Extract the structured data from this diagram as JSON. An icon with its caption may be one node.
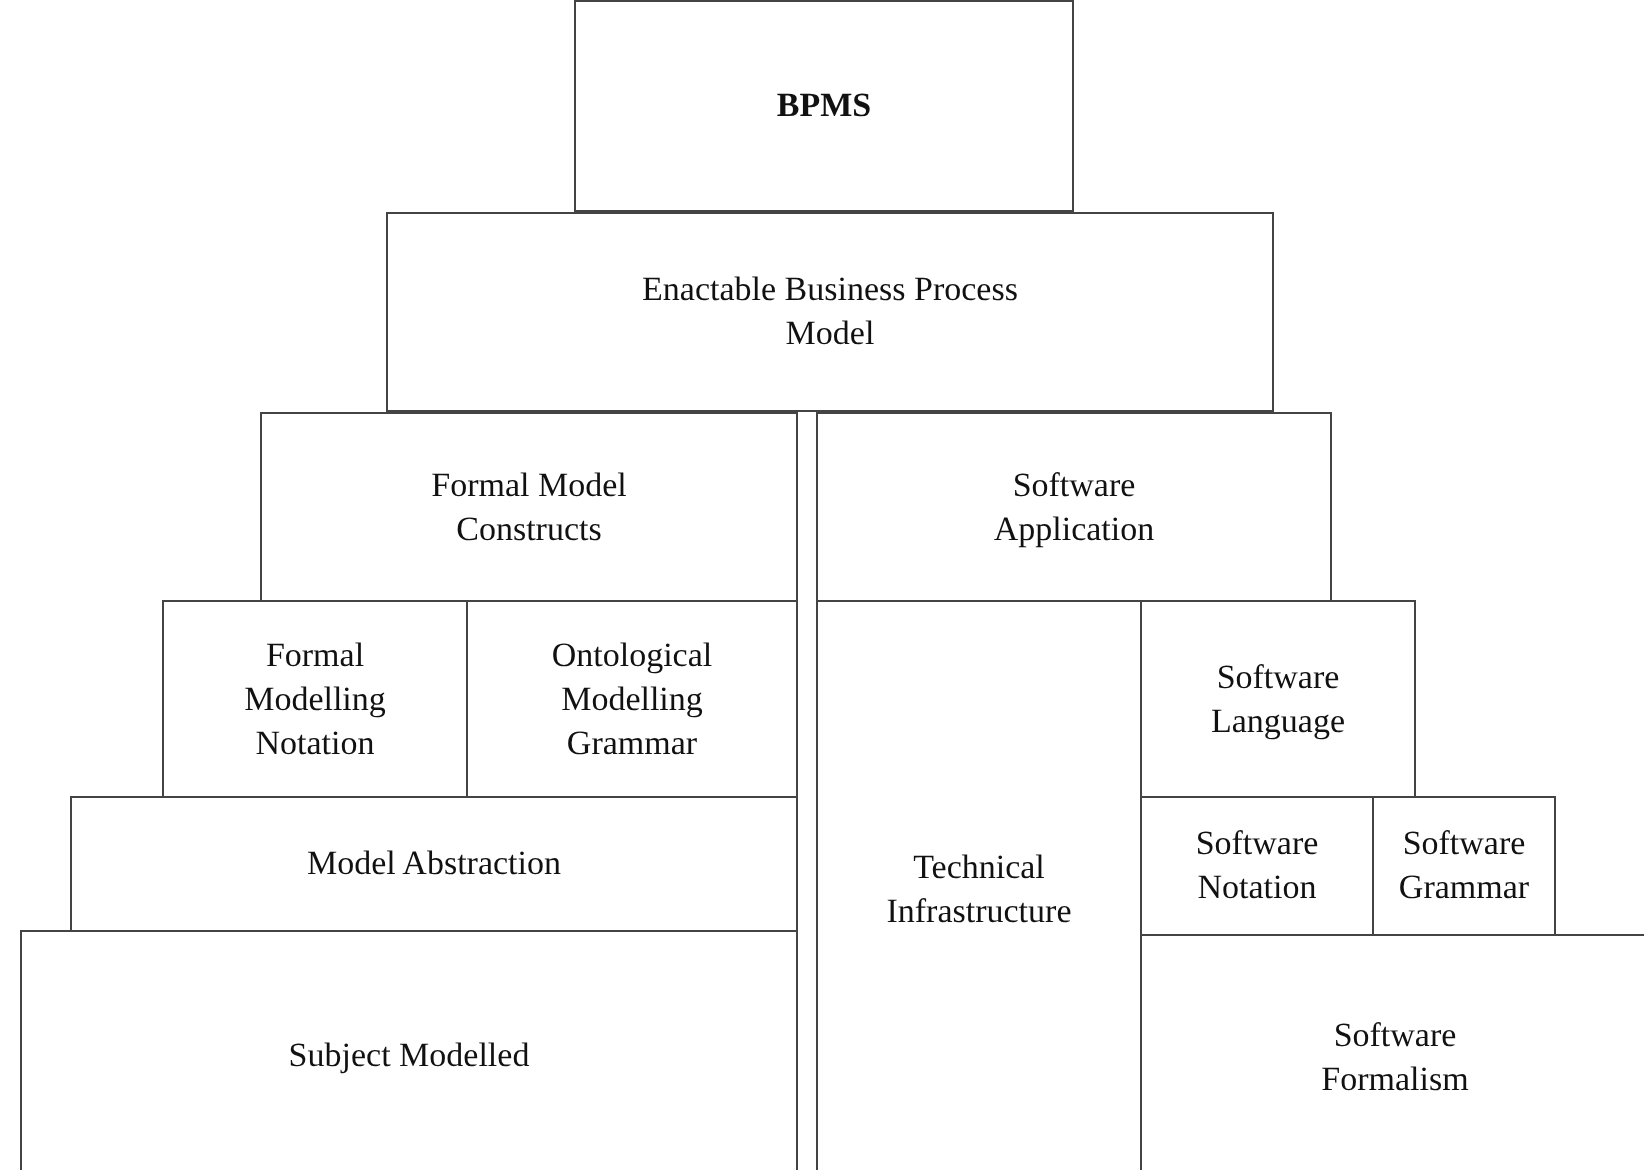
{
  "diagram": {
    "nodes": [
      {
        "text": [
          "BPMS"
        ]
      },
      {
        "text": [
          "Enactable Business Process Model"
        ]
      },
      {
        "text": [
          "Formal Model Constructs"
        ]
      },
      {
        "text": [
          "Software Application"
        ]
      },
      {
        "text": [
          "Formal Modelling Notation"
        ]
      },
      {
        "text": [
          "Ontological Modelling Grammar"
        ]
      },
      {
        "text": [
          "Technical Infrastructure"
        ]
      },
      {
        "text": [
          "Software Language"
        ]
      },
      {
        "text": [
          "Model Abstraction"
        ]
      },
      {
        "text": [
          "Software Notation"
        ]
      },
      {
        "text": [
          "Software Grammar"
        ]
      },
      {
        "text": [
          "Subject Modelled"
        ]
      },
      {
        "text": [
          "Software Formalism"
        ]
      }
    ]
  }
}
